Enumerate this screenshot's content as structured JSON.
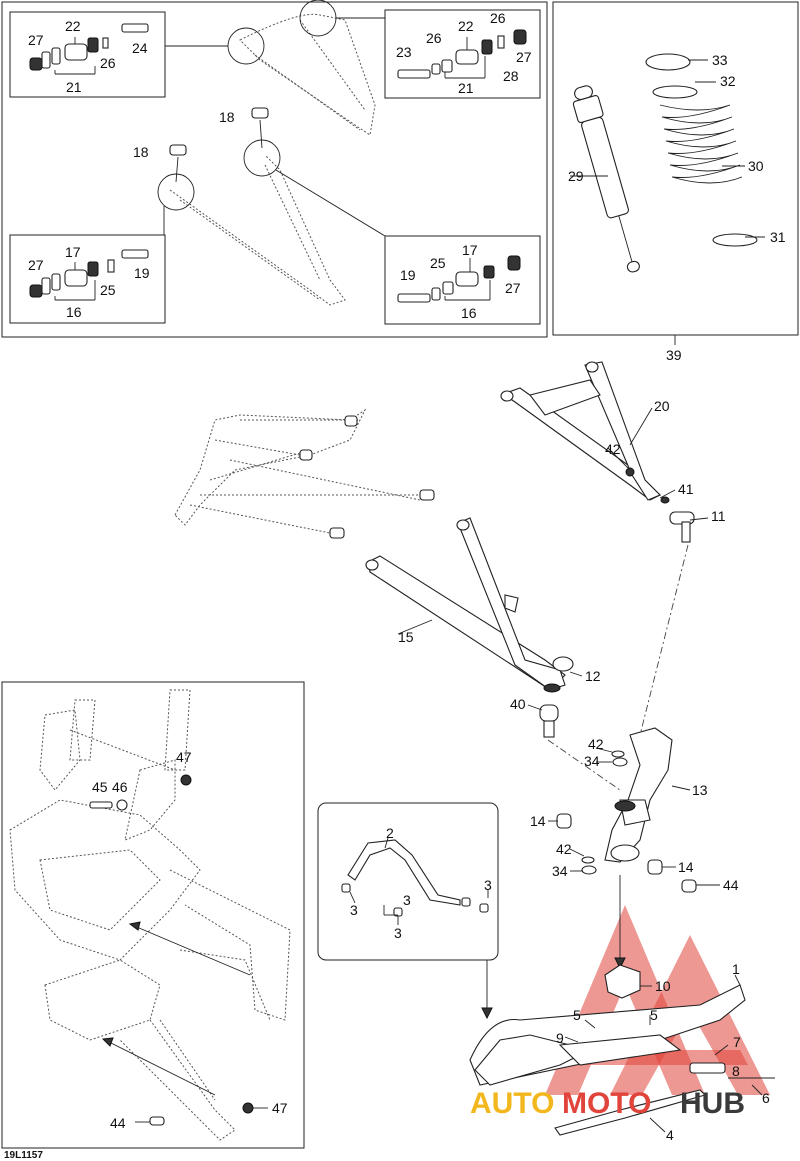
{
  "figure_code": "19L1157",
  "watermark": {
    "part1": "AUTO",
    "part2": "MOTO",
    "part3": "HUB"
  },
  "callouts": [
    {
      "id": "c27a",
      "text": "27"
    },
    {
      "id": "c22a",
      "text": "22"
    },
    {
      "id": "c24",
      "text": "24"
    },
    {
      "id": "c26a",
      "text": "26"
    },
    {
      "id": "c21a",
      "text": "21"
    },
    {
      "id": "c22b",
      "text": "22"
    },
    {
      "id": "c26b",
      "text": "26"
    },
    {
      "id": "c26c",
      "text": "26"
    },
    {
      "id": "c23",
      "text": "23"
    },
    {
      "id": "c27b",
      "text": "27"
    },
    {
      "id": "c28",
      "text": "28"
    },
    {
      "id": "c21b",
      "text": "21"
    },
    {
      "id": "c18a",
      "text": "18"
    },
    {
      "id": "c18b",
      "text": "18"
    },
    {
      "id": "c27c",
      "text": "27"
    },
    {
      "id": "c17a",
      "text": "17"
    },
    {
      "id": "c19a",
      "text": "19"
    },
    {
      "id": "c25a",
      "text": "25"
    },
    {
      "id": "c16a",
      "text": "16"
    },
    {
      "id": "c17b",
      "text": "17"
    },
    {
      "id": "c19b",
      "text": "19"
    },
    {
      "id": "c25b",
      "text": "25"
    },
    {
      "id": "c27d",
      "text": "27"
    },
    {
      "id": "c16b",
      "text": "16"
    },
    {
      "id": "c33",
      "text": "33"
    },
    {
      "id": "c32",
      "text": "32"
    },
    {
      "id": "c29",
      "text": "29"
    },
    {
      "id": "c30",
      "text": "30"
    },
    {
      "id": "c31",
      "text": "31"
    },
    {
      "id": "c39",
      "text": "39"
    },
    {
      "id": "c20",
      "text": "20"
    },
    {
      "id": "c42a",
      "text": "42"
    },
    {
      "id": "c41",
      "text": "41"
    },
    {
      "id": "c11",
      "text": "11"
    },
    {
      "id": "c15",
      "text": "15"
    },
    {
      "id": "c12",
      "text": "12"
    },
    {
      "id": "c40",
      "text": "40"
    },
    {
      "id": "c42b",
      "text": "42"
    },
    {
      "id": "c34a",
      "text": "34"
    },
    {
      "id": "c13",
      "text": "13"
    },
    {
      "id": "c14a",
      "text": "14"
    },
    {
      "id": "c42c",
      "text": "42"
    },
    {
      "id": "c34b",
      "text": "34"
    },
    {
      "id": "c14b",
      "text": "14"
    },
    {
      "id": "c44a",
      "text": "44"
    },
    {
      "id": "c47a",
      "text": "47"
    },
    {
      "id": "c45",
      "text": "45"
    },
    {
      "id": "c46",
      "text": "46"
    },
    {
      "id": "c44b",
      "text": "44"
    },
    {
      "id": "c47b",
      "text": "47"
    },
    {
      "id": "c2",
      "text": "2"
    },
    {
      "id": "c3a",
      "text": "3"
    },
    {
      "id": "c3b",
      "text": "3"
    },
    {
      "id": "c3c",
      "text": "3"
    },
    {
      "id": "c3d",
      "text": "3"
    },
    {
      "id": "c1",
      "text": "1"
    },
    {
      "id": "c10",
      "text": "10"
    },
    {
      "id": "c5a",
      "text": "5"
    },
    {
      "id": "c5b",
      "text": "5"
    },
    {
      "id": "c9",
      "text": "9"
    },
    {
      "id": "c7",
      "text": "7"
    },
    {
      "id": "c8",
      "text": "8"
    },
    {
      "id": "c6",
      "text": "6"
    },
    {
      "id": "c4",
      "text": "4"
    }
  ]
}
